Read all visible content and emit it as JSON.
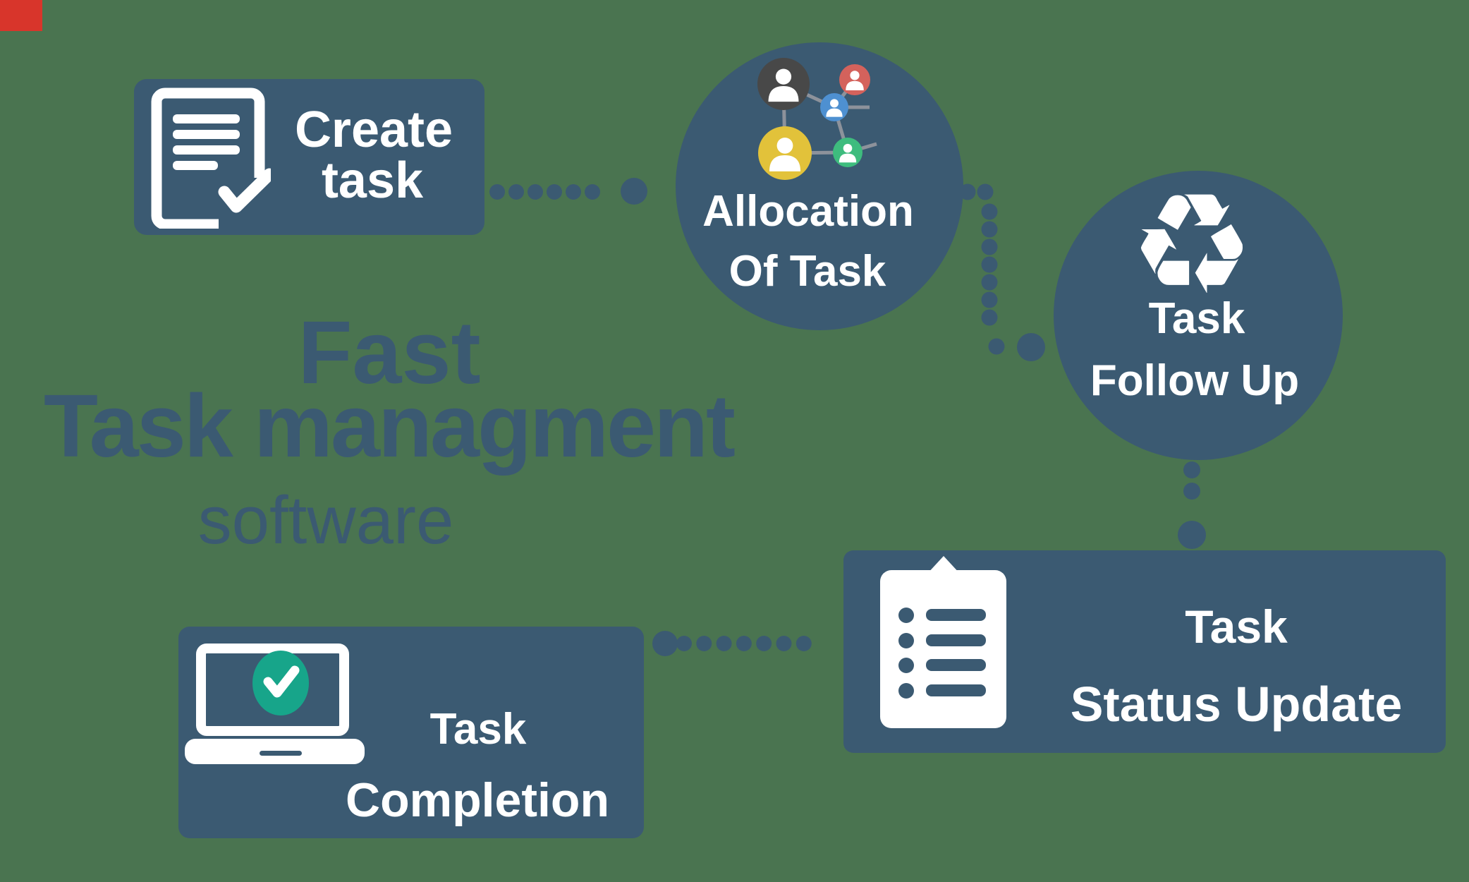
{
  "colors": {
    "background": "#4a7450",
    "slate": "#3b5a72",
    "white": "#ffffff",
    "corner_mark": "#d8352b",
    "network_dark": "#484848",
    "network_red": "#d4625c",
    "network_blue": "#4e90d1",
    "network_yellow": "#e2c23a",
    "network_green": "#3ebc7e",
    "network_line": "#8d929b",
    "check_green": "#17a58a"
  },
  "title": {
    "line1": "Fast",
    "line2": "Task managment",
    "line3": "software"
  },
  "nodes": {
    "create_task": {
      "line1": "Create",
      "line2": "task",
      "icon": "document-check-icon"
    },
    "allocation": {
      "line1": "Allocation",
      "line2": "Of Task",
      "icon": "team-network-icon"
    },
    "follow_up": {
      "line1": "Task",
      "line2": "Follow Up",
      "icon": "recycle-icon"
    },
    "status_update": {
      "line1": "Task",
      "line2": "Status Update",
      "icon": "clipboard-list-icon"
    },
    "completion": {
      "line1": "Task",
      "line2": "Completion",
      "icon": "laptop-check-icon"
    }
  },
  "recycle_glyph": "♻"
}
